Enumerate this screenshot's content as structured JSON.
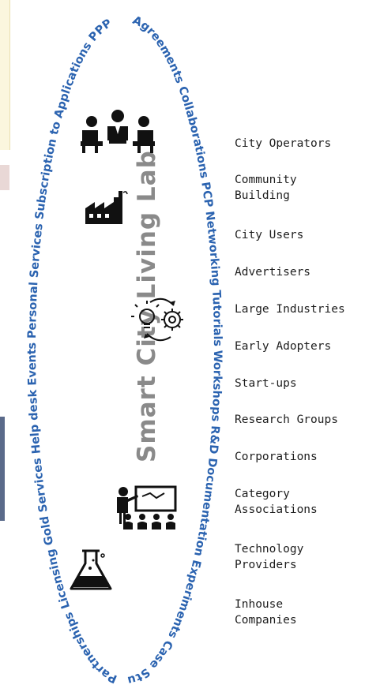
{
  "ring": {
    "left_side": [
      "Partnerships",
      "Licensing",
      "Gold Services",
      "Help desk",
      "Events",
      "Personal Services",
      "Subscription to Applications",
      "PPP"
    ],
    "right_side": [
      "Agreements",
      "Collaborations",
      "PCP",
      "Networking",
      "Tutorials",
      "Workshops",
      "R&D",
      "Documentation",
      "Experiments",
      "Case Studies"
    ]
  },
  "title": "Smart City Living Lab",
  "stakeholders": [
    [
      "City Operators"
    ],
    [
      "Community",
      "Building"
    ],
    [
      "City Users"
    ],
    [
      "Advertisers"
    ],
    [
      "Large Industries"
    ],
    [
      "Early Adopters"
    ],
    [
      "Start-ups"
    ],
    [
      "Research Groups"
    ],
    [
      "Corporations"
    ],
    [
      "Category",
      "Associations"
    ],
    [
      "Technology",
      "Providers"
    ],
    [
      "Inhouse",
      "Companies"
    ]
  ],
  "icons": [
    "people-meeting-icon",
    "factory-icon",
    "lightbulb-gear-cycle-icon",
    "teacher-presentation-icon",
    "lab-flask-icon"
  ],
  "colors": {
    "ring_text": "#2b63b0",
    "title": "#8a8a8a",
    "icon": "#111111",
    "label": "#1e1e1e"
  }
}
